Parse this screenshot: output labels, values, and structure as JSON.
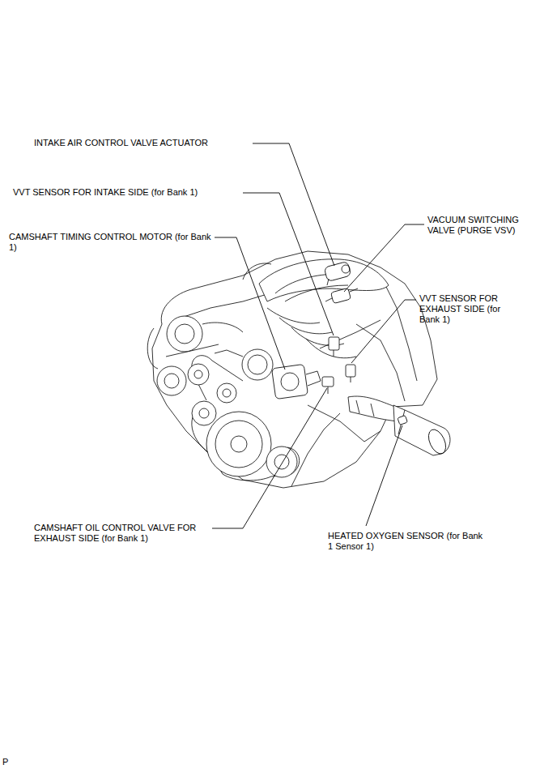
{
  "diagram": {
    "labels": [
      "INTAKE AIR CONTROL VALVE ACTUATOR",
      "VVT SENSOR FOR INTAKE SIDE (for Bank 1)",
      "CAMSHAFT TIMING CONTROL MOTOR (for Bank 1)",
      "VACUUM SWITCHING VALVE (PURGE VSV)",
      "VVT SENSOR FOR EXHAUST SIDE (for Bank 1)",
      "CAMSHAFT OIL CONTROL VALVE FOR EXHAUST SIDE (for Bank 1)",
      "HEATED OXYGEN SENSOR (for Bank 1 Sensor 1)",
      "P"
    ]
  }
}
